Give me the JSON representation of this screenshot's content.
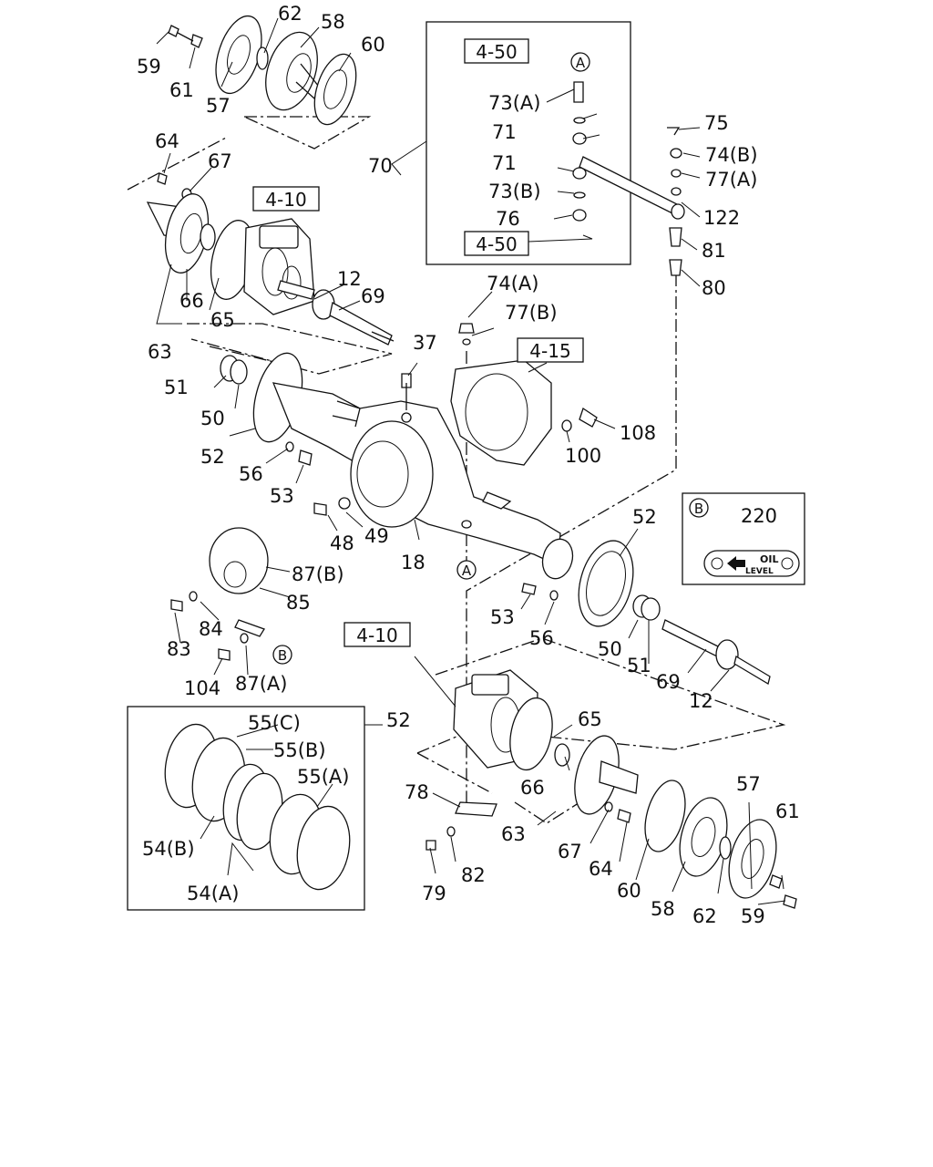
{
  "callouts": {
    "c59a": "59",
    "c62a": "62",
    "c58a": "58",
    "c60a": "60",
    "c61a": "61",
    "c57a": "57",
    "c64a": "64",
    "c67a": "67",
    "c66a": "66",
    "c65a": "65",
    "c63a": "63",
    "c12a": "12",
    "c69a": "69",
    "c70": "70",
    "c73a": "73(A)",
    "c71a": "71",
    "c71b": "71",
    "c73b": "73(B)",
    "c76": "76",
    "c75": "75",
    "c74b": "74(B)",
    "c77a": "77(A)",
    "c122": "122",
    "c81": "81",
    "c80": "80",
    "c74a": "74(A)",
    "c77b": "77(B)",
    "c37": "37",
    "c51a": "51",
    "c50a": "50",
    "c52a": "52",
    "c56a": "56",
    "c53a": "53",
    "c108": "108",
    "c100": "100",
    "c48": "48",
    "c49": "49",
    "c18": "18",
    "c87b": "87(B)",
    "c85": "85",
    "c84": "84",
    "c83": "83",
    "c104": "104",
    "c87a": "87(A)",
    "c52b": "52",
    "c53b": "53",
    "c56b": "56",
    "c50b": "50",
    "c51b": "51",
    "c69b": "69",
    "c12b": "12",
    "c52c": "52",
    "c55c": "55(C)",
    "c55b": "55(B)",
    "c55a": "55(A)",
    "c54b": "54(B)",
    "c54a": "54(A)",
    "c65b": "65",
    "c66b": "66",
    "c63b": "63",
    "c78": "78",
    "c79": "79",
    "c82": "82",
    "c67b": "67",
    "c64b": "64",
    "c60b": "60",
    "c58b": "58",
    "c62b": "62",
    "c57b": "57",
    "c61b": "61",
    "c59b": "59"
  },
  "boxed_refs": {
    "r450top": "4-50",
    "r450bot": "4-50",
    "r410a": "4-10",
    "r415": "4-15",
    "r410b": "4-10"
  },
  "markers": {
    "mA1": "A",
    "mA2": "A",
    "mB1": "B",
    "mB2": "B"
  },
  "oil_box": {
    "number": "220",
    "oil_text": "OIL",
    "level_text": "LEVEL"
  }
}
